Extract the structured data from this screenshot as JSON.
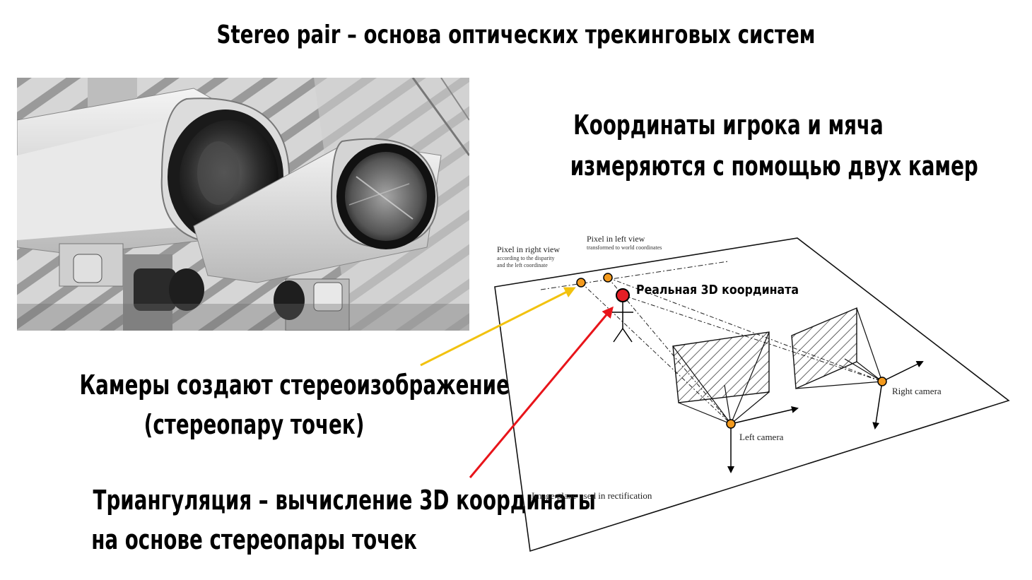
{
  "slide": {
    "title": "Stereo pair – основа оптических трекинговых систем",
    "coords_line1": "Координаты игрока и мяча",
    "coords_line2": "измеряются с помощью двух камер",
    "caption_stereo_line1": "Камеры создают стереоизображение",
    "caption_stereo_line2": "(стереопару точек)",
    "caption_tri_line1": "Триангуляция – вычисление 3D координаты",
    "caption_tri_line2": "на основе стереопары точек"
  },
  "photo": {
    "icon": "security-cameras-photo"
  },
  "diagram": {
    "real_point_label": "Реальная 3D координата",
    "pixel_right_title": "Pixel in right view",
    "pixel_right_sub1": "according to the disparity",
    "pixel_right_sub2": "and the left coordinate",
    "pixel_left_title": "Pixel in left view",
    "pixel_left_sub": "transformed to world coordinates",
    "left_camera": "Left camera",
    "right_camera": "Right camera",
    "image_plane": "Image plane used in rectification"
  },
  "colors": {
    "yellow_arrow": "#f2c20f",
    "red_arrow": "#e8141a",
    "point_orange": "#f39a1e",
    "point_red": "#e41f26"
  }
}
